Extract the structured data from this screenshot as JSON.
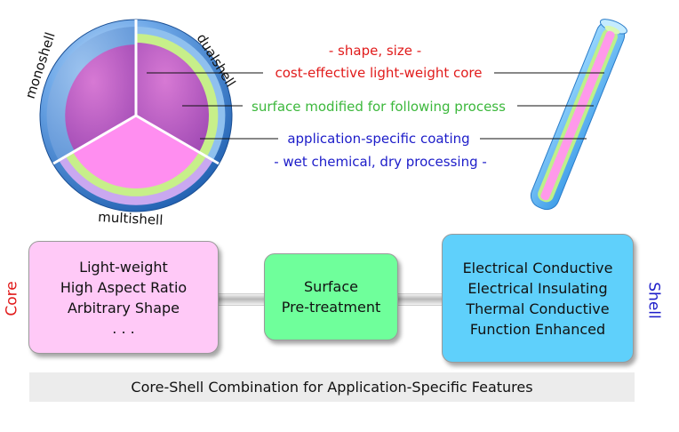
{
  "sphere": {
    "sector_labels": [
      "monoshell",
      "dualshell",
      "multishell"
    ]
  },
  "annotations": [
    {
      "text": "- shape, size -",
      "color": "#e11b1b"
    },
    {
      "text": "cost-effective light-weight core",
      "color": "#e11b1b"
    },
    {
      "text": "surface modified for following process",
      "color": "#3cb83c"
    },
    {
      "text": "application-specific coating",
      "color": "#1c1cc9"
    },
    {
      "text": "- wet chemical, dry processing -",
      "color": "#1c1cc9"
    }
  ],
  "core_box": {
    "lines": [
      "Light-weight",
      "High Aspect Ratio",
      "Arbitrary Shape",
      ". . ."
    ]
  },
  "surface_box": {
    "lines": [
      "Surface",
      "Pre-treatment"
    ]
  },
  "shell_box": {
    "lines": [
      "Electrical Conductive",
      "Electrical Insulating",
      "Thermal Conductive",
      "Function Enhanced"
    ]
  },
  "side_labels": {
    "core": "Core",
    "shell": "Shell"
  },
  "caption": "Core-Shell Combination for Application-Specific Features",
  "colors": {
    "core": "#ffc9f7",
    "surface": "#6fff9b",
    "shell": "#5fd0fb",
    "core_text": "#e11b1b",
    "surface_text": "#3cb83c",
    "shell_text": "#1c1cc9"
  }
}
